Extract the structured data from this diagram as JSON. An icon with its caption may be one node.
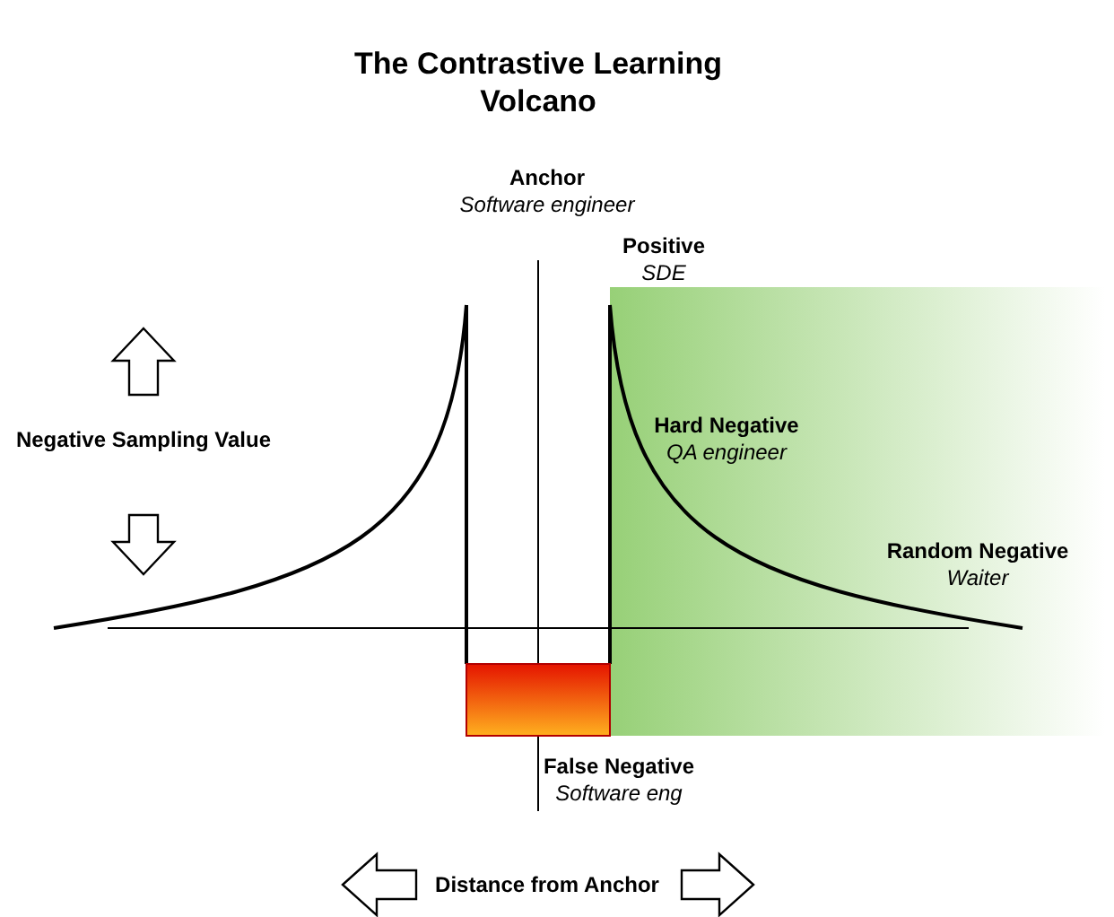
{
  "diagram": {
    "title": "The Contrastive Learning Volcano",
    "nodes": [
      {
        "text": [
          "Anchor",
          "Software engineer"
        ]
      },
      {
        "text": [
          "Positive",
          "SDE"
        ]
      },
      {
        "text": [
          "Hard Negative",
          "QA engineer"
        ]
      },
      {
        "text": [
          "Random Negative",
          "Waiter"
        ]
      },
      {
        "text": [
          "False Negative",
          "Software eng"
        ]
      }
    ],
    "labels": [
      "Negative Sampling Value",
      "Distance from Anchor"
    ]
  }
}
